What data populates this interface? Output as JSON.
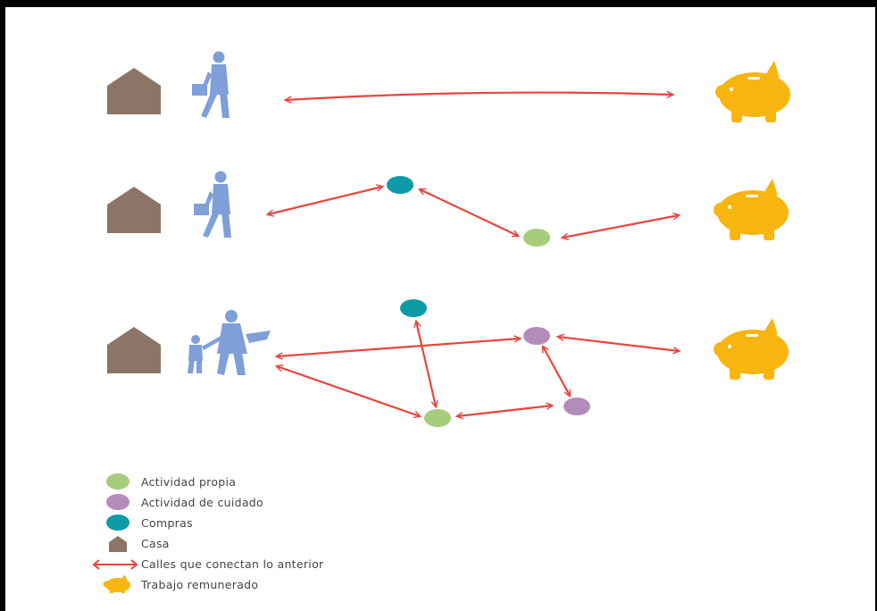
{
  "colors": {
    "house": "#8c7567",
    "person": "#7f9fd8",
    "arrow": "#e8463e",
    "own_activity": "#a6cc7c",
    "care_activity": "#b48cbc",
    "shopping": "#0e9aa7",
    "paid_work": "#f8b40f"
  },
  "icons": {
    "house": "house-icon",
    "worker": "walking-worker-icon",
    "piggy": "piggy-bank-icon",
    "parent_child": "parent-with-child-icon"
  },
  "legend": [
    {
      "symbol": "own-activity-dot",
      "label": "Actividad propia"
    },
    {
      "symbol": "care-activity-dot",
      "label": "Actividad de cuidado"
    },
    {
      "symbol": "shopping-dot",
      "label": "Compras"
    },
    {
      "symbol": "house-icon",
      "label": "Casa"
    },
    {
      "symbol": "double-arrow-icon",
      "label": "Calles que conectan lo anterior"
    },
    {
      "symbol": "piggy-bank-icon",
      "label": "Trabajo remunerado"
    }
  ]
}
